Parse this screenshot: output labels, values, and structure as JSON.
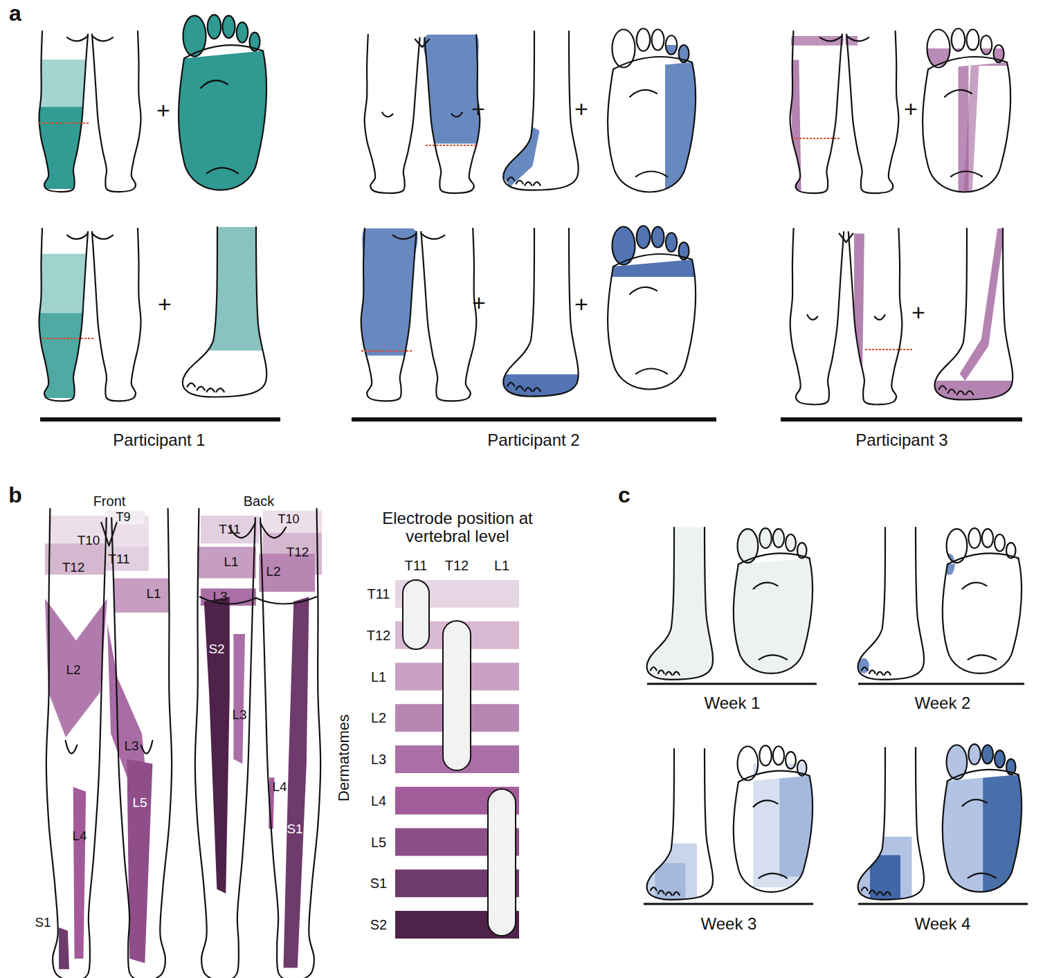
{
  "diagram": {
    "labels": [
      "a",
      "+",
      "+",
      "+",
      "+",
      "+",
      "+",
      "+",
      "+",
      "Participant 1",
      "Participant 2",
      "Participant 3",
      "b",
      "Front",
      "Back",
      "T9",
      "T10",
      "T11",
      "T12",
      "L1",
      "L2",
      "L3",
      "L5",
      "L4",
      "S1",
      "T10",
      "T11",
      "T12",
      "L1",
      "L2",
      "L3",
      "S2",
      "L3",
      "L4",
      "S1",
      "Electrode position at vertebral level",
      "T11",
      "T12",
      "L1",
      "T11",
      "T12",
      "L1",
      "L2",
      "L3",
      "L4",
      "L5",
      "S1",
      "S2",
      "Dermatomes",
      "c",
      "Week 1",
      "Week 2",
      "Week 3",
      "Week 4"
    ]
  }
}
